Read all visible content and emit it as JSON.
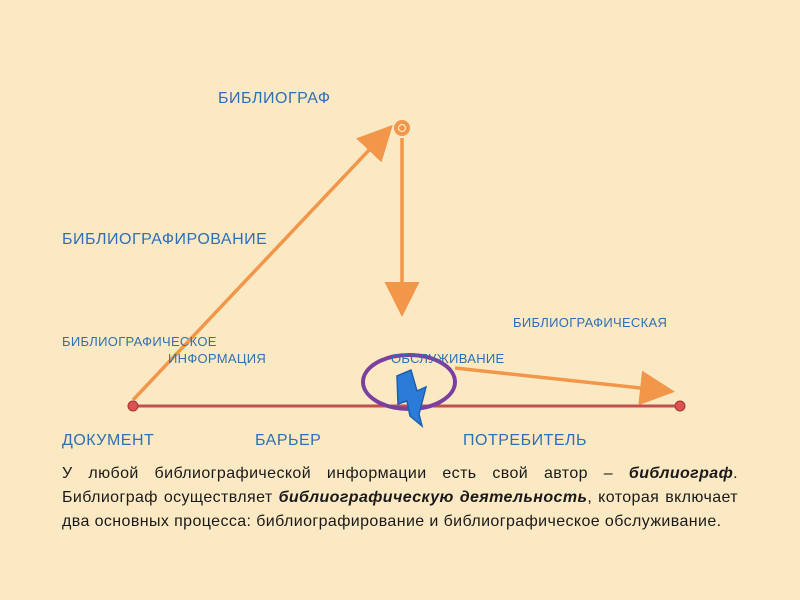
{
  "labels": {
    "bibliograf": "БИБЛИОГРАФ",
    "bibliografirovanie": "БИБЛИОГРАФИРОВАНИЕ",
    "bibl_info_1": "БИБЛИОГРАФИЧЕСКОЕ",
    "bibl_info_2": "ИНФОРМАЦИЯ",
    "bibl_service_1": "БИБЛИОГРАФИЧЕСКАЯ",
    "bibl_service_2": "ОБСЛУЖИВАНИЕ",
    "document": "ДОКУМЕНТ",
    "barrier": "БАРЬЕР",
    "consumer": "ПОТРЕБИТЕЛЬ"
  },
  "paragraph": {
    "p1": "У любой библиографической информации есть свой автор – ",
    "e1": "библиограф",
    "p2": ". Библиограф осуществляет ",
    "e2": "библиографическую деятельность",
    "p3": ", которая включает два основных процесса: библиографирование и  библиографическое обслуживание."
  },
  "colors": {
    "arrow": "#f2964a",
    "baseline": "#c0504d",
    "ellipse": "#7b3fa0",
    "lightning": "#2b7bd8",
    "text_blue": "#2e6fb5"
  }
}
